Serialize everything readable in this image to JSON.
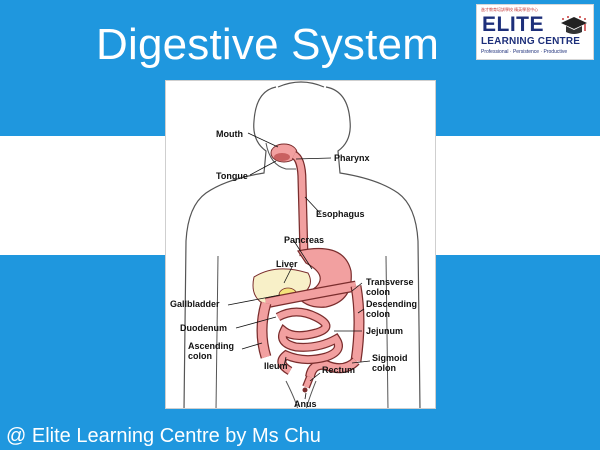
{
  "slide": {
    "title": "Digestive System",
    "footer": "@ Elite Learning Centre by Ms Chu"
  },
  "logo": {
    "small_text": "進才教育培訓學校 精英學習中心",
    "name_line1": "ELITE",
    "name_line2": "LEARNING CENTRE",
    "tagline": "Professional · Persistence · Productive",
    "hat_icon": "graduation-cap-icon"
  },
  "diagram": {
    "labels": {
      "mouth": "Mouth",
      "tongue": "Tongue",
      "pharynx": "Pharynx",
      "esophagus": "Esophagus",
      "pancreas": "Pancreas",
      "liver": "Liver",
      "transverse_colon": [
        "Transverse",
        "colon"
      ],
      "descending_colon": [
        "Descending",
        "colon"
      ],
      "gallbladder": "Gallbladder",
      "duodenum": "Duodenum",
      "jejunum": "Jejunum",
      "ascending_colon": [
        "Ascending",
        "colon"
      ],
      "ileum": "Ileum",
      "sigmoid_colon": [
        "Sigmoid",
        "colon"
      ],
      "rectum": "Rectum",
      "anus": "Anus"
    }
  },
  "colors": {
    "background_blue": "#1f97de",
    "organ_pink": "#f2a0a0",
    "organ_outline": "#7a2d2d",
    "liver_yellow": "#f4e27a",
    "brand_navy": "#1d2f7a"
  }
}
